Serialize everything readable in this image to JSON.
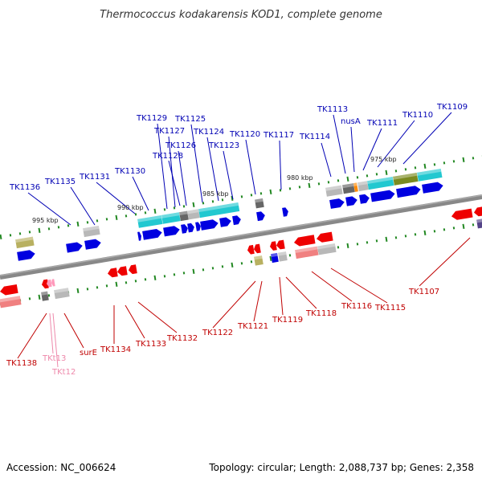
{
  "title": "Thermococcus kodakarensis KOD1, complete genome",
  "footer": {
    "accession": "Accession: NC_006624",
    "summary": "Topology: circular; Length: 2,088,737 bp; Genes: 2,358"
  },
  "scale_labels": [
    "995 kbp",
    "990 kbp",
    "985 kbp",
    "980 kbp",
    "975 kbp"
  ],
  "top_strand_genes": [
    "TK1136",
    "TK1135",
    "TK1131",
    "TK1130",
    "TK1129",
    "TK1127",
    "TK1128",
    "TK1126",
    "TK1125",
    "TK1124",
    "TK1123",
    "TK1120",
    "TK1117",
    "TK1114",
    "TK1113",
    "nusA",
    "TK1111",
    "TK1110",
    "TK1109"
  ],
  "bottom_strand_genes": [
    "TK1138",
    "TKt13",
    "TKt12",
    "surE",
    "TK1134",
    "TK1133",
    "TK1132",
    "TK1122",
    "TK1121",
    "TK1119",
    "TK1118",
    "TK1116",
    "TK1115",
    "TK1107"
  ],
  "colors": {
    "forward": "#0000e0",
    "reverse": "#ee0000",
    "reverse_light": "#f08080",
    "trna": "#ff99bb",
    "cyan": "#22c8d0",
    "olive": "#7a8a20",
    "khaki": "#b8b060",
    "gray": "#b8b8b8",
    "dark_gray": "#666666",
    "orange": "#ff8800",
    "axis": "#888888",
    "tick": "#228822"
  }
}
